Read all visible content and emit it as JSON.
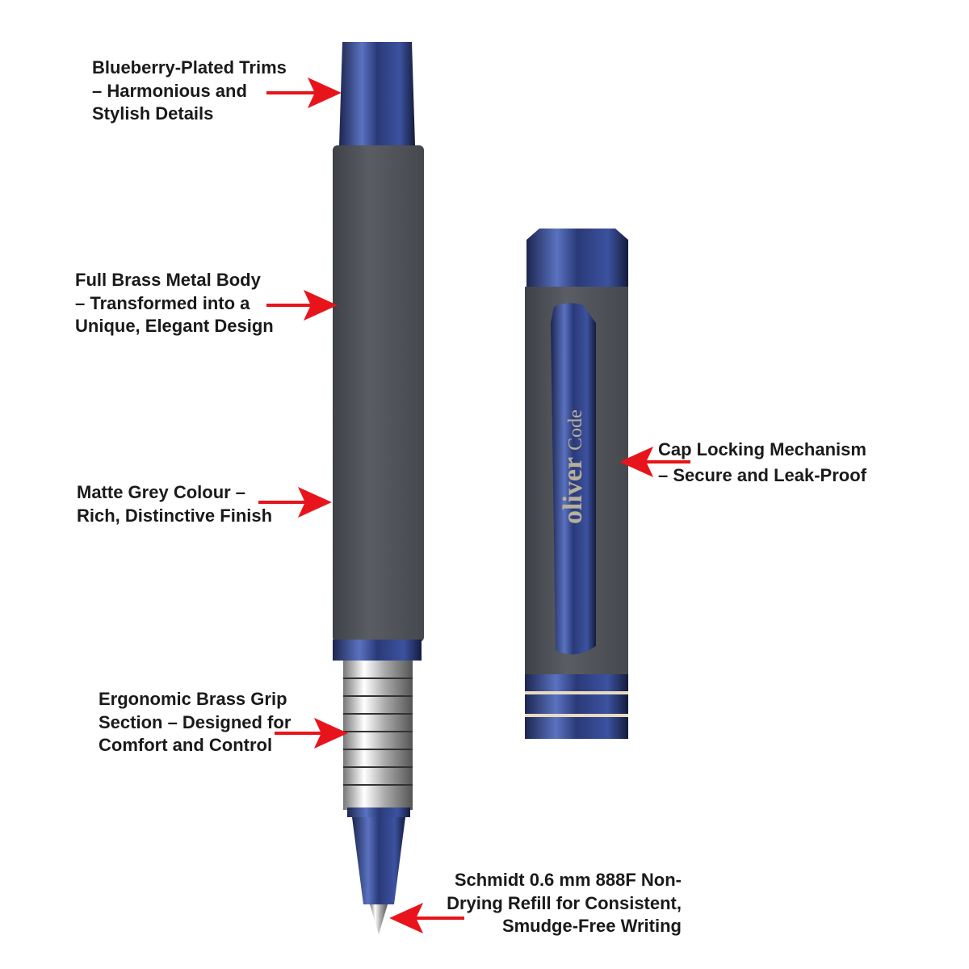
{
  "annotations": {
    "trims": "Blueberry-Plated Trims\n– Harmonious and\nStylish Details",
    "body": "Full Brass Metal Body\n– Transformed into a\nUnique, Elegant Design",
    "colour": "Matte Grey Colour –\nRich, Distinctive Finish",
    "grip": "Ergonomic Brass Grip\nSection – Designed for\nComfort and Control",
    "refill": "Schmidt 0.6 mm 888F Non-\nDrying Refill for Consistent,\nSmudge-Free Writing",
    "cap": "Cap Locking Mechanism\n– Secure and Leak-Proof"
  },
  "brand": {
    "name": "oliver",
    "model": "Code"
  },
  "colors": {
    "body": "#505359",
    "trim": "#2c3c78",
    "arrow": "#e8141b"
  }
}
